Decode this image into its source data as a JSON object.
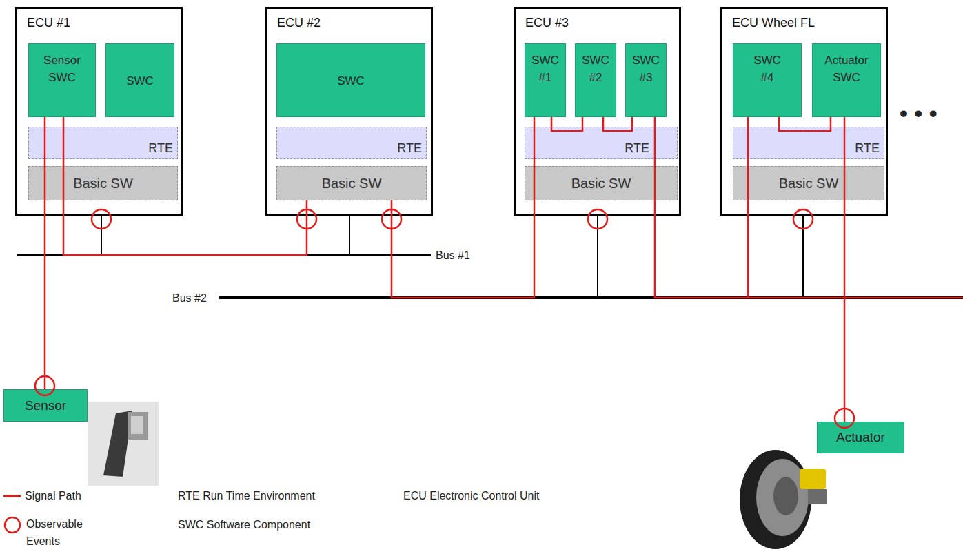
{
  "diagram": {
    "nodes": [
      {
        "text": [
          "ECU #1"
        ]
      },
      {
        "text": [
          "Sensor SWC"
        ],
        "in": 0
      },
      {
        "text": [
          "SWC"
        ],
        "in": 0
      },
      {
        "text": [
          "RTE"
        ],
        "in": 0
      },
      {
        "text": [
          "Basic SW"
        ],
        "in": 0
      },
      {
        "text": [
          "ECU #2"
        ]
      },
      {
        "text": [
          "SWC"
        ],
        "in": 5
      },
      {
        "text": [
          "RTE"
        ],
        "in": 5
      },
      {
        "text": [
          "Basic SW"
        ],
        "in": 5
      },
      {
        "text": [
          "ECU #3"
        ]
      },
      {
        "text": [
          "SWC #1"
        ],
        "in": 9
      },
      {
        "text": [
          "SWC #2"
        ],
        "in": 9
      },
      {
        "text": [
          "SWC #3"
        ],
        "in": 9
      },
      {
        "text": [
          "RTE"
        ],
        "in": 9
      },
      {
        "text": [
          "Basic SW"
        ],
        "in": 9
      },
      {
        "text": [
          "ECU Wheel FL"
        ]
      },
      {
        "text": [
          "SWC #4"
        ],
        "in": 15
      },
      {
        "text": [
          "Actuator SWC"
        ],
        "in": 15
      },
      {
        "text": [
          "RTE"
        ],
        "in": 15
      },
      {
        "text": [
          "Basic SW"
        ],
        "in": 15
      },
      {
        "text": [
          "Sensor"
        ]
      },
      {
        "text": [
          "Actuator"
        ]
      }
    ],
    "edges": [
      {
        "from": 20,
        "to": 1,
        "arrow": "none"
      },
      {
        "from": 1,
        "to": 8,
        "arrow": "none"
      },
      {
        "from": 8,
        "to": 10,
        "arrow": "none"
      },
      {
        "from": 10,
        "to": 11,
        "arrow": "none"
      },
      {
        "from": 11,
        "to": 12,
        "arrow": "none"
      },
      {
        "from": 12,
        "to": 16,
        "arrow": "none"
      },
      {
        "from": 16,
        "to": 17,
        "arrow": "none"
      },
      {
        "from": 17,
        "to": 21,
        "arrow": "none"
      }
    ],
    "labels": [
      "• • •",
      "Bus #1",
      "Bus #2",
      "RTE Run Time Environment",
      "SWC Software Component",
      "ECU Electronic Control Unit"
    ],
    "legend": [
      {
        "text": "Signal Path"
      },
      {
        "text": "Observable Events"
      }
    ]
  }
}
